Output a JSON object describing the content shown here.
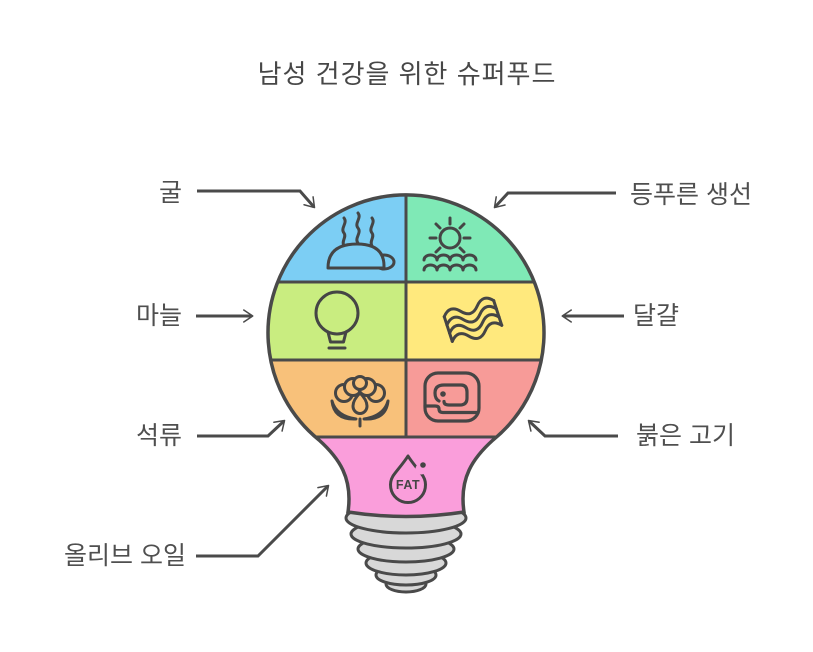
{
  "title": "남성 건강을 위한 슈퍼푸드",
  "labels": {
    "oyster": "굴",
    "garlic": "마늘",
    "pomegranate": "석류",
    "olive_oil": "올리브 오일",
    "oily_fish": "등푸른 생선",
    "egg": "달걀",
    "red_meat": "붉은 고기"
  },
  "bulb": {
    "fat_label": "FAT",
    "segments": [
      {
        "position": "top-left",
        "icon": "steamed-oyster-icon",
        "label": "굴"
      },
      {
        "position": "top-right",
        "icon": "sun-over-waves-icon",
        "label": "등푸른 생선"
      },
      {
        "position": "middle-left",
        "icon": "lightbulb-icon",
        "label": "마늘"
      },
      {
        "position": "middle-right",
        "icon": "bacon-strip-icon",
        "label": "달걀"
      },
      {
        "position": "bottom-left",
        "icon": "pomegranate-flower-icon",
        "label": "석류"
      },
      {
        "position": "bottom-right",
        "icon": "meat-steak-icon",
        "label": "붉은 고기"
      },
      {
        "position": "neck",
        "icon": "fat-droplet-icon",
        "label": "올리브 오일"
      }
    ]
  },
  "colors": {
    "background": "#ffffff",
    "line": "#4a4a4a",
    "icon_line": "#454545",
    "text": "#4f4f4f",
    "title_text": "#474747",
    "segment_blue": "#7CCEF4",
    "segment_green": "#7FE9B6",
    "segment_yellow_green": "#C9ED80",
    "segment_yellow": "#FFE97D",
    "segment_orange": "#F8C17A",
    "segment_salmon": "#F79B98",
    "segment_pink": "#FA9EDB",
    "base_gray": "#D8D8D8"
  }
}
